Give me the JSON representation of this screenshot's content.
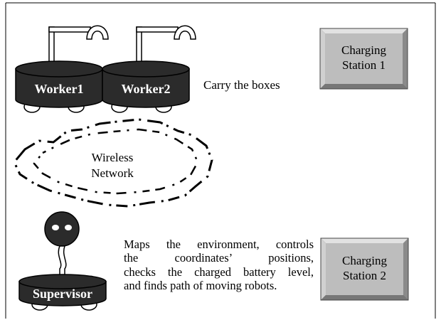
{
  "workers": [
    {
      "label": "Worker1"
    },
    {
      "label": "Worker2"
    }
  ],
  "worker_task": "Carry the boxes",
  "stations": [
    {
      "line1": "Charging",
      "line2": "Station 1"
    },
    {
      "line1": "Charging",
      "line2": "Station 2"
    }
  ],
  "network": {
    "line1": "Wireless",
    "line2": "Network"
  },
  "supervisor": {
    "label": "Supervisor",
    "description_lines": [
      "Maps the environment, controls",
      "the coordinates’ positions,",
      "checks the charged battery level,",
      "and finds path of moving robots."
    ]
  },
  "colors": {
    "robot_body": "#2b2b2b",
    "station_fill": "#bdbdbd",
    "station_border": "#5a5a5a",
    "outline": "#000000"
  }
}
